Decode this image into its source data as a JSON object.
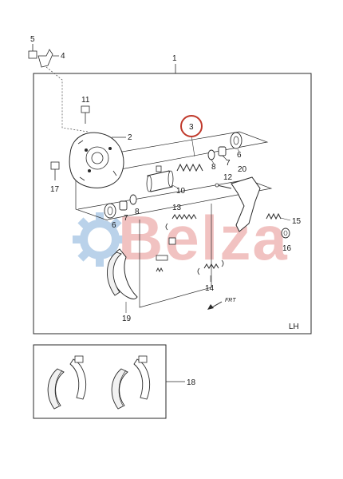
{
  "diagram": {
    "side_label": "LH",
    "direction_label": "FRT",
    "watermark_text": "Belza",
    "highlighted_callout": "3",
    "colors": {
      "line": "#2a2a2a",
      "highlight_circle": "#c0392b",
      "watermark_blue": "#3d7fc4",
      "watermark_red": "#d9534f"
    },
    "callouts": {
      "c1": "1",
      "c2": "2",
      "c3": "3",
      "c4": "4",
      "c5": "5",
      "c6a": "6",
      "c6b": "6",
      "c7a": "7",
      "c7b": "7",
      "c8a": "8",
      "c8b": "8",
      "c10": "10",
      "c11": "11",
      "c12": "12",
      "c13": "13",
      "c14": "14",
      "c15": "15",
      "c16": "16",
      "c17": "17",
      "c18": "18",
      "c19": "19",
      "c20": "20"
    }
  }
}
